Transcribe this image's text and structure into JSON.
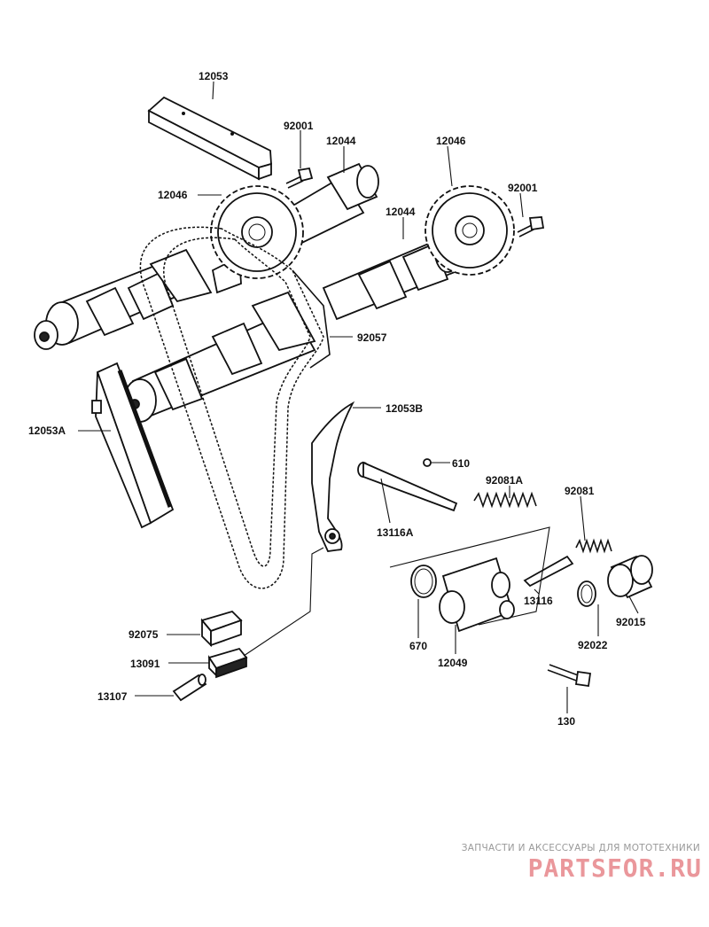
{
  "labels": {
    "p12053": "12053",
    "p92001_left": "92001",
    "p12044_left": "12044",
    "p12046_right": "12046",
    "p12046_left": "12046",
    "p92001_right": "92001",
    "p12044_right": "12044",
    "p92057": "92057",
    "p12053B": "12053B",
    "p12053A": "12053A",
    "p610": "610",
    "p92081A": "92081A",
    "p92081": "92081",
    "p13116A": "13116A",
    "p13116": "13116",
    "p670": "670",
    "p12049": "12049",
    "p92015": "92015",
    "p92022": "92022",
    "p92075": "92075",
    "p13091": "13091",
    "p13107": "13107",
    "p130": "130"
  },
  "watermark": {
    "caption": "ЗАПЧАСТИ И АКСЕССУАРЫ ДЛЯ МОТОТЕХНИКИ",
    "logo": "PARTSFOR.RU"
  },
  "colors": {
    "ink": "#111111",
    "watermark_caption": "#999999",
    "watermark_logo": "#d9434a"
  }
}
